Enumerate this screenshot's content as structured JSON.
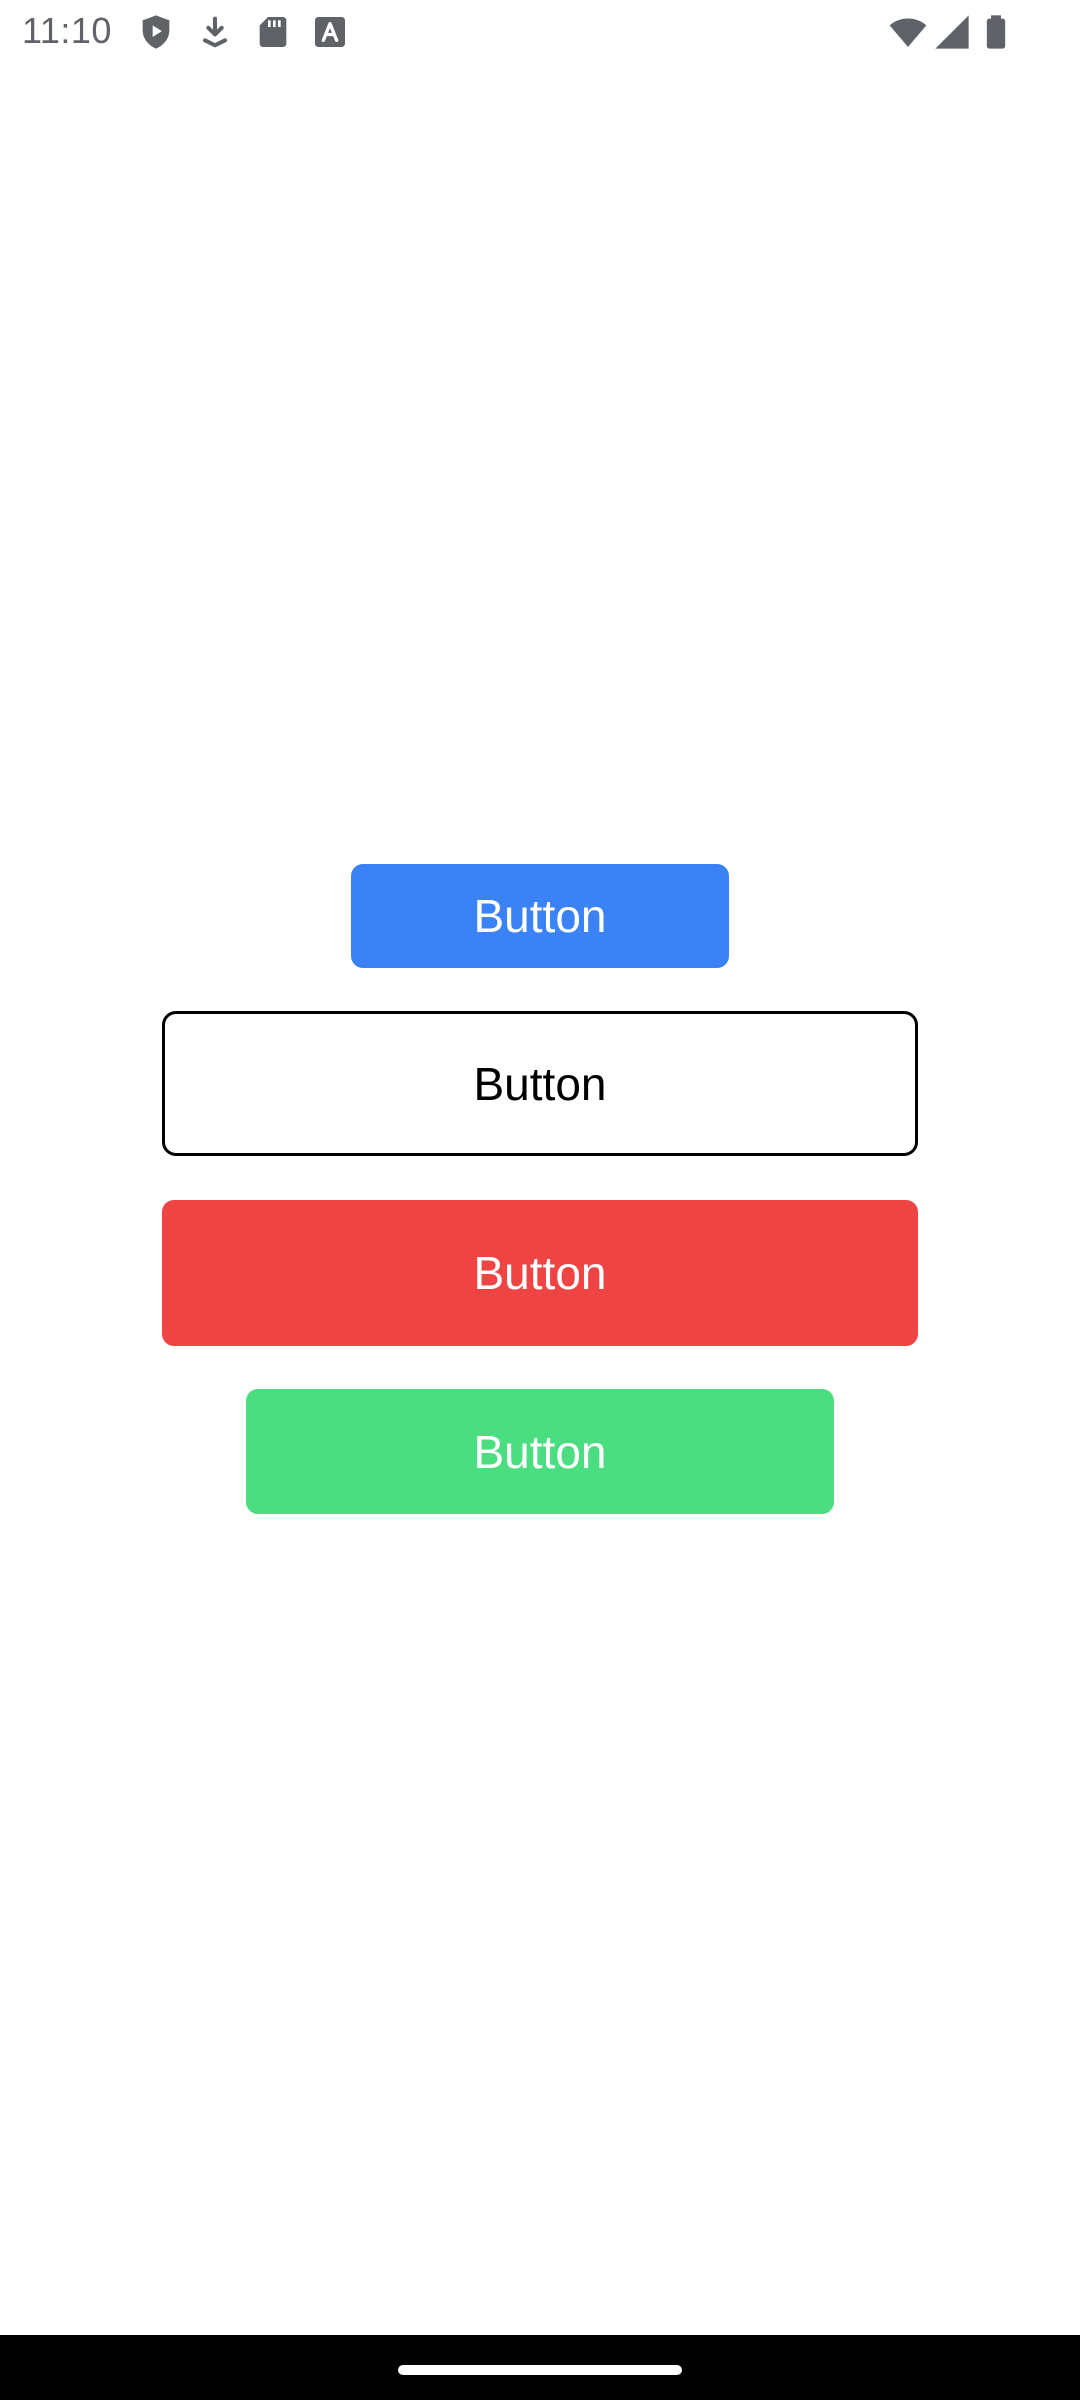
{
  "status_bar": {
    "time": "11:10",
    "icons": [
      "play-shield-icon",
      "download-icon",
      "sd-card-icon",
      "font-a-icon",
      "wifi-icon",
      "signal-icon",
      "battery-icon"
    ]
  },
  "buttons": {
    "primary_label": "Button",
    "outline_label": "Button",
    "danger_label": "Button",
    "success_label": "Button"
  },
  "colors": {
    "primary": "#3b82f6",
    "danger": "#ef4444",
    "success": "#4ade80",
    "outline_border": "#000000"
  }
}
